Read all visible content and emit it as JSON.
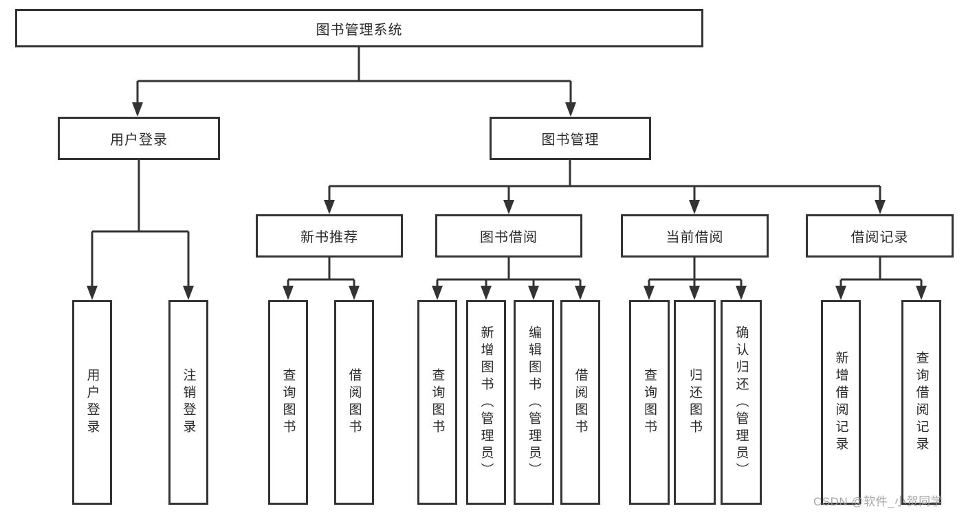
{
  "diagram": {
    "title": "图书管理系统",
    "watermark": "CSDN @软件_小贺同学",
    "colors": {
      "line": "#333333",
      "box_border": "#333333",
      "box_fill": "#ffffff",
      "text": "#2b2b2b",
      "watermark": "#9e9e9e",
      "background": "#ffffff"
    },
    "nodes": {
      "root": {
        "label": "图书管理系统"
      },
      "user_login": {
        "label": "用户登录"
      },
      "book_mgmt": {
        "label": "图书管理"
      },
      "new_book_rec": {
        "label": "新书推荐"
      },
      "book_borrow": {
        "label": "图书借阅"
      },
      "current_borrow": {
        "label": "当前借阅"
      },
      "borrow_record": {
        "label": "借阅记录"
      },
      "leaf_user_login": {
        "label": "用户登录"
      },
      "leaf_logout": {
        "label": "注销登录"
      },
      "leaf_query_book_1": {
        "label": "查询图书"
      },
      "leaf_borrow_book_1": {
        "label": "借阅图书"
      },
      "leaf_query_book_2": {
        "label": "查询图书"
      },
      "leaf_add_book": {
        "label": "新增图书（管理员）"
      },
      "leaf_edit_book": {
        "label": "编辑图书（管理员）"
      },
      "leaf_borrow_book_2": {
        "label": "借阅图书"
      },
      "leaf_query_book_3": {
        "label": "查询图书"
      },
      "leaf_return_book": {
        "label": "归还图书"
      },
      "leaf_confirm_return": {
        "label": "确认归还（管理员）"
      },
      "leaf_add_record": {
        "label": "新增借阅记录"
      },
      "leaf_query_record": {
        "label": "查询借阅记录"
      }
    },
    "edges": [
      [
        "root",
        "user_login"
      ],
      [
        "root",
        "book_mgmt"
      ],
      [
        "user_login",
        "leaf_user_login"
      ],
      [
        "user_login",
        "leaf_logout"
      ],
      [
        "book_mgmt",
        "new_book_rec"
      ],
      [
        "book_mgmt",
        "book_borrow"
      ],
      [
        "book_mgmt",
        "current_borrow"
      ],
      [
        "book_mgmt",
        "borrow_record"
      ],
      [
        "new_book_rec",
        "leaf_query_book_1"
      ],
      [
        "new_book_rec",
        "leaf_borrow_book_1"
      ],
      [
        "book_borrow",
        "leaf_query_book_2"
      ],
      [
        "book_borrow",
        "leaf_add_book"
      ],
      [
        "book_borrow",
        "leaf_edit_book"
      ],
      [
        "book_borrow",
        "leaf_borrow_book_2"
      ],
      [
        "current_borrow",
        "leaf_query_book_3"
      ],
      [
        "current_borrow",
        "leaf_return_book"
      ],
      [
        "current_borrow",
        "leaf_confirm_return"
      ],
      [
        "borrow_record",
        "leaf_add_record"
      ],
      [
        "borrow_record",
        "leaf_query_record"
      ]
    ]
  }
}
